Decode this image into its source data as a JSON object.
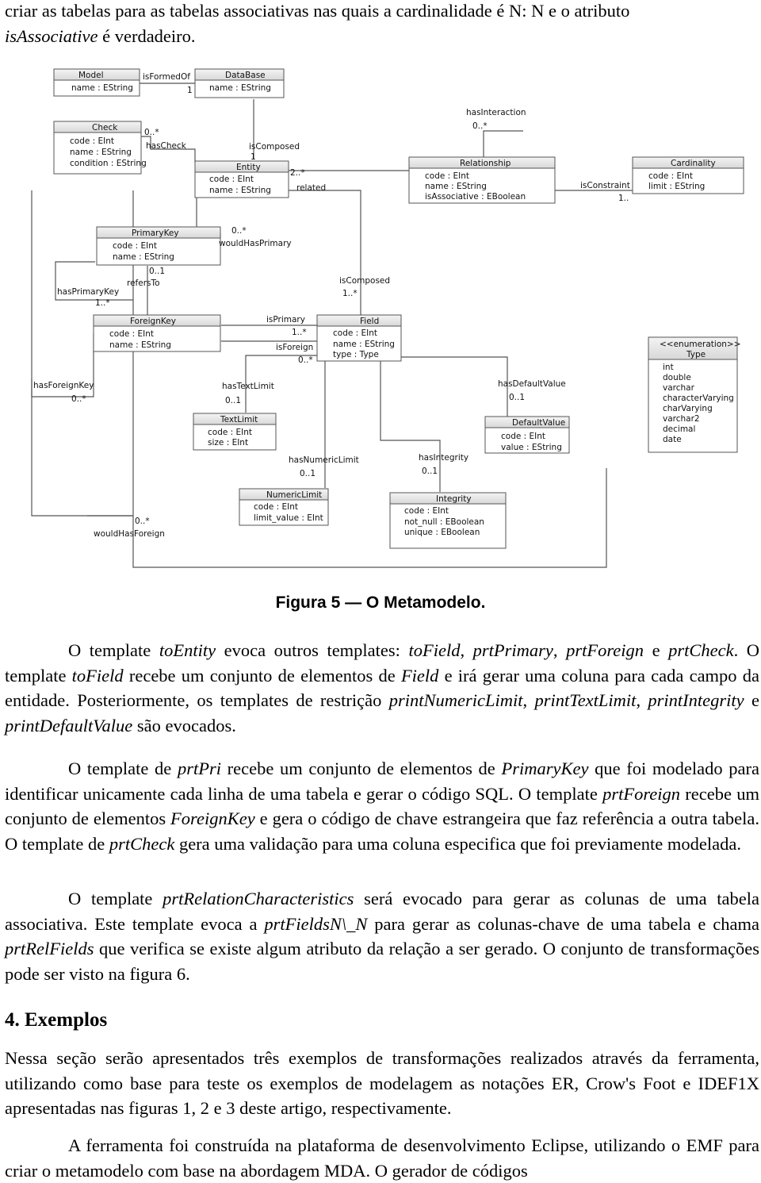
{
  "intro_line": {
    "t1": "criar as tabelas para as tabelas associativas nas quais a cardinalidade é N: N e o atributo",
    "t2": "isAssociative",
    "t3": " é verdadeiro."
  },
  "diagram": {
    "classes": {
      "model": {
        "title": "Model",
        "attrs": [
          "name : EString"
        ]
      },
      "database": {
        "title": "DataBase",
        "attrs": [
          "name : EString"
        ]
      },
      "check": {
        "title": "Check",
        "attrs": [
          "code : EInt",
          "name : EString",
          "condition : EString"
        ]
      },
      "entity": {
        "title": "Entity",
        "attrs": [
          "code : EInt",
          "name : EString"
        ]
      },
      "relationship": {
        "title": "Relationship",
        "attrs": [
          "code : EInt",
          "name : EString",
          "isAssociative : EBoolean"
        ]
      },
      "cardinality": {
        "title": "Cardinality",
        "attrs": [
          "code : EInt",
          "limit : EString"
        ]
      },
      "primarykey": {
        "title": "PrimaryKey",
        "attrs": [
          "code : EInt",
          "name : EString"
        ]
      },
      "foreignkey": {
        "title": "ForeignKey",
        "attrs": [
          "code : EInt",
          "name : EString"
        ]
      },
      "field": {
        "title": "Field",
        "attrs": [
          "code : EInt",
          "name : EString",
          "type : Type"
        ]
      },
      "enumeration": {
        "stereotype": "<<enumeration>>",
        "title": "Type",
        "literals": [
          "int",
          "double",
          "varchar",
          "characterVarying",
          "charVarying",
          "varchar2",
          "decimal",
          "date"
        ]
      },
      "textlimit": {
        "title": "TextLimit",
        "attrs": [
          "code : EInt",
          "size : EInt"
        ]
      },
      "defaultvalue": {
        "title": "DefaultValue",
        "attrs": [
          "code : EInt",
          "value : EString"
        ]
      },
      "numericlimit": {
        "title": "NumericLimit",
        "attrs": [
          "code : EInt",
          "limit_value : EInt"
        ]
      },
      "integrity": {
        "title": "Integrity",
        "attrs": [
          "code : EInt",
          "not_null : EBoolean",
          "unique : EBoolean"
        ]
      }
    },
    "labels": {
      "isFormedOf": "isFormedOf",
      "one_a": "1",
      "check_mult": "0..*",
      "hasCheck": "hasCheck",
      "isComposed1": "isComposed",
      "one_b": "1",
      "related_mult": "2..*",
      "related": "related",
      "hasInteraction": "hasInteraction",
      "inter_mult": "0..*",
      "isConstraint": "isConstraint",
      "card_mult": "1..",
      "whp_mult": "0..*",
      "wouldHasPrimary": "wouldHasPrimary",
      "refersTo_mult": "0..1",
      "refersTo": "refersTo",
      "hasPrimaryKey": "hasPrimaryKey",
      "pk_mult": "1..*",
      "isComposed2": "isComposed",
      "composed_mult": "1..*",
      "isPrimary": "isPrimary",
      "primary_mult": "1..*",
      "isForeign": "isForeign",
      "foreign_mult": "0..*",
      "hasForeignKey": "hasForeignKey",
      "fk_mult": "0..*",
      "hasTextLimit": "hasTextLimit",
      "tl_mult": "0..1",
      "hasDefaultValue": "hasDefaultValue",
      "dv_mult": "0..1",
      "hasNumericLimit": "hasNumericLimit",
      "nl_mult": "0..1",
      "hasIntegrity": "hasIntegrity",
      "int_mult": "0..1",
      "whf_mult": "0..*",
      "wouldHasForeign": "wouldHasForeign"
    }
  },
  "caption": "Figura 5 — O Metamodelo.",
  "p1": {
    "a": "O template ",
    "b": "toEntity",
    "c": " evoca outros templates: ",
    "d": "toField",
    "e": ", ",
    "f": "prtPrimary",
    "g": ", ",
    "h": "prtForeign",
    "i": " e ",
    "j": "prtCheck",
    "k": ". O template ",
    "l": "toField",
    "m": " recebe um conjunto de elementos de ",
    "n": "Field",
    "o": " e irá gerar uma coluna para cada campo da entidade. Posteriormente, os templates de restrição ",
    "p": "printNumericLimit",
    "q": ", ",
    "r": "printTextLimit",
    "s": ", ",
    "t": "printIntegrity",
    "u": " e ",
    "v": "printDefaultValue",
    "w": " são evocados."
  },
  "p2": {
    "a": "O template de ",
    "b": "prtPri",
    "c": " recebe um conjunto de elementos de ",
    "d": "PrimaryKey",
    "e": " que foi modelado para identificar unicamente cada linha de uma tabela e gerar o código SQL. O template ",
    "f": "prtForeign",
    "g": " recebe um conjunto de elementos ",
    "h": "ForeignKey",
    "i": " e gera o código de chave estrangeira que faz referência a outra tabela. O template de ",
    "j": "prtCheck",
    "k": " gera uma validação para uma coluna especifica que foi previamente modelada."
  },
  "p3": {
    "a": "O template ",
    "b": "prtRelationCharacteristics",
    "c": " será evocado para gerar as colunas de uma tabela associativa. Este template evoca a ",
    "d": "prtFieldsN\\_N",
    "e": " para gerar as colunas-chave de uma tabela e chama ",
    "f": "prtRelFields",
    "g": " que verifica se existe algum atributo da relação a ser gerado. O conjunto de transformações pode ser visto na figura 6."
  },
  "heading": "4. Exemplos",
  "p4": "Nessa seção serão apresentados três exemplos de transformações realizados através da ferramenta, utilizando como base para teste os exemplos de modelagem as notações ER, Crow's Foot e IDEF1X apresentadas nas figuras 1, 2 e 3 deste artigo, respectivamente.",
  "p5": "A ferramenta foi construída na plataforma de desenvolvimento Eclipse, utilizando o EMF para criar o metamodelo com base na abordagem MDA. O gerador de códigos"
}
